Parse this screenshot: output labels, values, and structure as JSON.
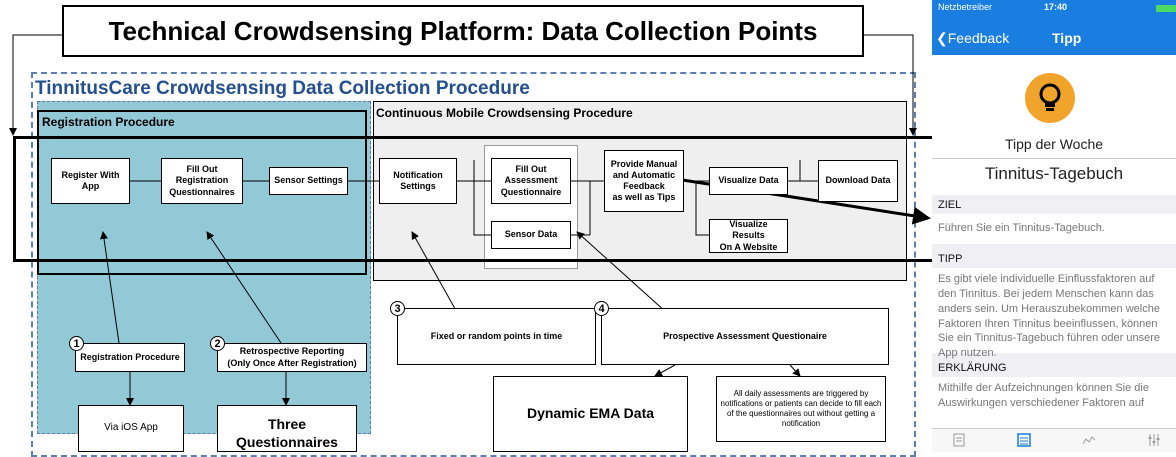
{
  "title": "Technical Crowdsensing Platform: Data Collection Points",
  "procedure_title": "TinnitusCare Crowdsensing Data Collection Procedure",
  "registration": {
    "title": "Registration Procedure",
    "register_app": "Register With\nApp",
    "fill_registration": "Fill Out\nRegistration\nQuestionnaires",
    "sensor_settings": "Sensor Settings"
  },
  "continuous": {
    "title": "Continuous Mobile Crowdsensing Procedure",
    "notification_settings": "Notification\nSettings",
    "fill_assessment": "Fill Out\nAssessment\nQuestionnaire",
    "sensor_data": "Sensor Data",
    "feedback": "Provide Manual\nand Automatic\nFeedback\nas well as Tips",
    "visualize_data": "Visualize Data",
    "download_data": "Download Data",
    "visualize_website": "Visualize Results\nOn A Website"
  },
  "points": [
    {
      "num": "1",
      "label": "Registration Procedure"
    },
    {
      "num": "2",
      "label": "Retrospective Reporting\n(Only Once After Registration)"
    },
    {
      "num": "3",
      "label": "Fixed or random points in time"
    },
    {
      "num": "4",
      "label": "Prospective Assessment Questionaire"
    }
  ],
  "outcomes": {
    "via_ios": "Via iOS App",
    "three_q": "Three Questionnaires",
    "dynamic_ema": "Dynamic EMA Data",
    "triggered": "All daily assessments are triggered by notifications or patients can decide to fill each of the questionnaires out without getting a notification"
  },
  "phone": {
    "carrier": "Netzbetreiber",
    "time": "17:40",
    "back": "Feedback",
    "nav_title": "Tipp",
    "tip_heading": "Tipp der Woche",
    "diary_title": "Tinnitus-Tagebuch",
    "ziel_h": "ZIEL",
    "ziel_t": "Führen Sie ein Tinnitus-Tagebuch.",
    "tipp_h": "TIPP",
    "tipp_t": "Es gibt viele individuelle Einflussfaktoren auf den Tinnitus. Bei jedem Menschen kann das anders sein. Um Herauszubekommen welche Faktoren Ihren Tinnitus beeinflussen, können Sie ein Tinnitus-Tagebuch führen oder unsere App nutzen.",
    "erk_h": "ERKLÄRUNG",
    "erk_t": "Mithilfe der Aufzeichnungen können Sie die Auswirkungen verschiedener Faktoren auf",
    "accent_color": "#1a7de0",
    "bulb_color": "#f0a42b"
  }
}
